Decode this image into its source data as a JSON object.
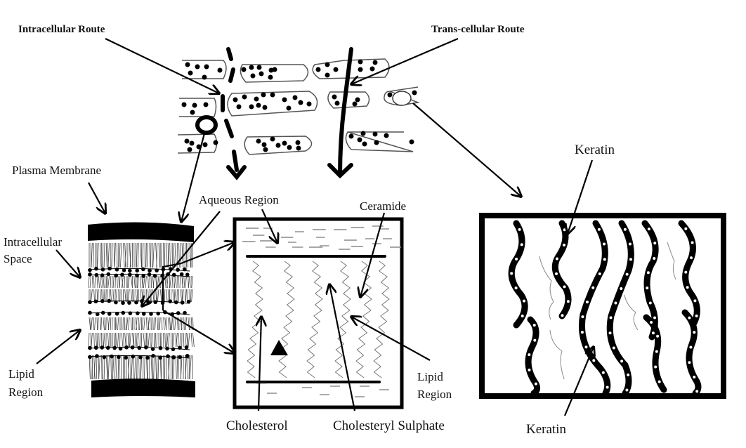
{
  "diagram": {
    "topic": "Skin penetration routes through the stratum corneum",
    "colors": {
      "ink": "#000000",
      "thin_line": "#666666",
      "background": "#ffffff"
    },
    "labels": {
      "intracellular_route": "Intracellular Route",
      "transcellular_route": "Trans-cellular Route",
      "plasma_membrane": "Plasma Membrane",
      "intracellular_space_line1": "Intracellular",
      "intracellular_space_line2": "Space",
      "lipid_region_left_line1": "Lipid",
      "lipid_region_left_line2": "Region",
      "aqueous_region": "Aqueous Region",
      "ceramide": "Ceramide",
      "lipid_region_mid_line1": "Lipid",
      "lipid_region_mid_line2": "Region",
      "cholesterol": "Cholesterol",
      "cholesteryl_sulphate": "Cholesteryl Sulphate",
      "keratin_top": "Keratin",
      "keratin_bottom": "Keratin"
    },
    "panels": [
      {
        "id": "corneocyte-layer",
        "description": "Stacked corneocytes with intracellular and trans-cellular route arrows"
      },
      {
        "id": "lipid-bilayer-stack",
        "description": "Plasma membrane with stacked lipid bilayers"
      },
      {
        "id": "lipid-matrix-detail",
        "description": "Aqueous and lipid regions with ceramide, cholesterol and cholesteryl sulphate"
      },
      {
        "id": "keratin-detail",
        "description": "Keratin filaments inside a corneocyte"
      }
    ]
  }
}
